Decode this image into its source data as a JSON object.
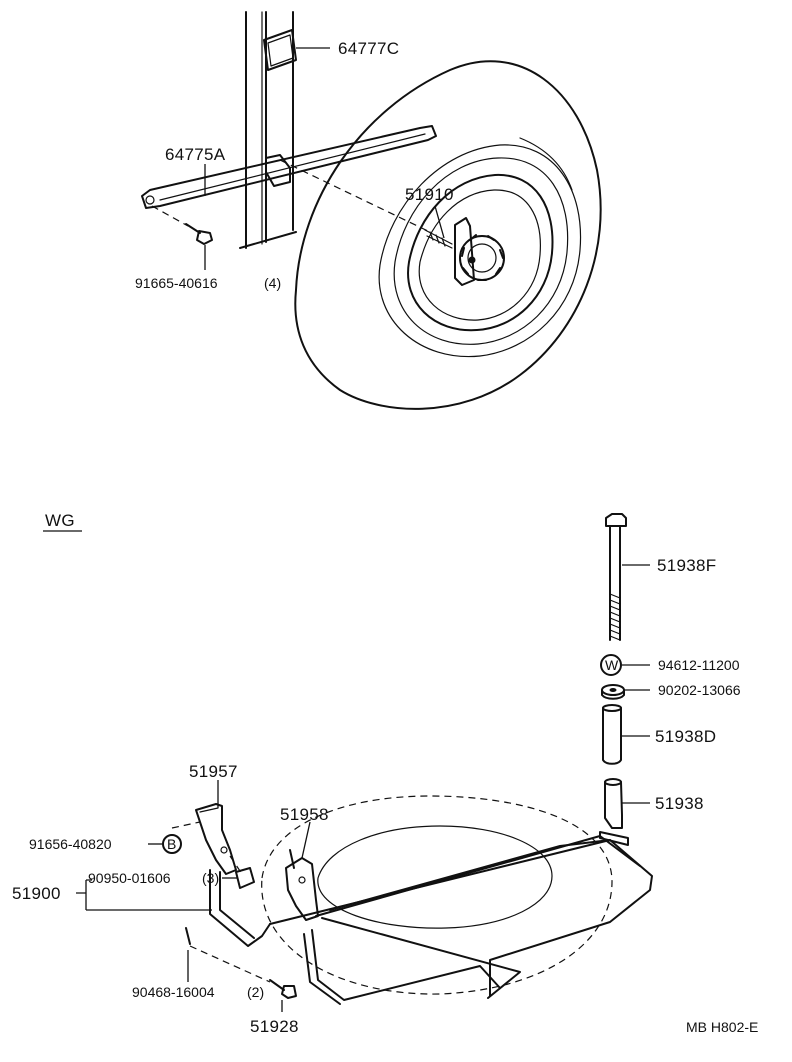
{
  "parts": {
    "p64777C": "64777C",
    "p64775A": "64775A",
    "p51910": "51910",
    "p91665": "91665-40616",
    "p91665_qty": "(4)",
    "p51938F": "51938F",
    "p94612": "94612-11200",
    "p90202": "90202-13066",
    "p51938D": "51938D",
    "p51938": "51938",
    "p51957": "51957",
    "p51958": "51958",
    "p91656": "91656-40820",
    "p51900": "51900",
    "p90950": "90950-01606",
    "p90950_qty": "(3)",
    "p90468": "90468-16004",
    "p90468_qty": "(2)",
    "p51928": "51928"
  },
  "symbols": {
    "w_symbol": "W",
    "b_symbol": "B"
  },
  "section_label": "WG",
  "diagram_code": "MB H802-E"
}
